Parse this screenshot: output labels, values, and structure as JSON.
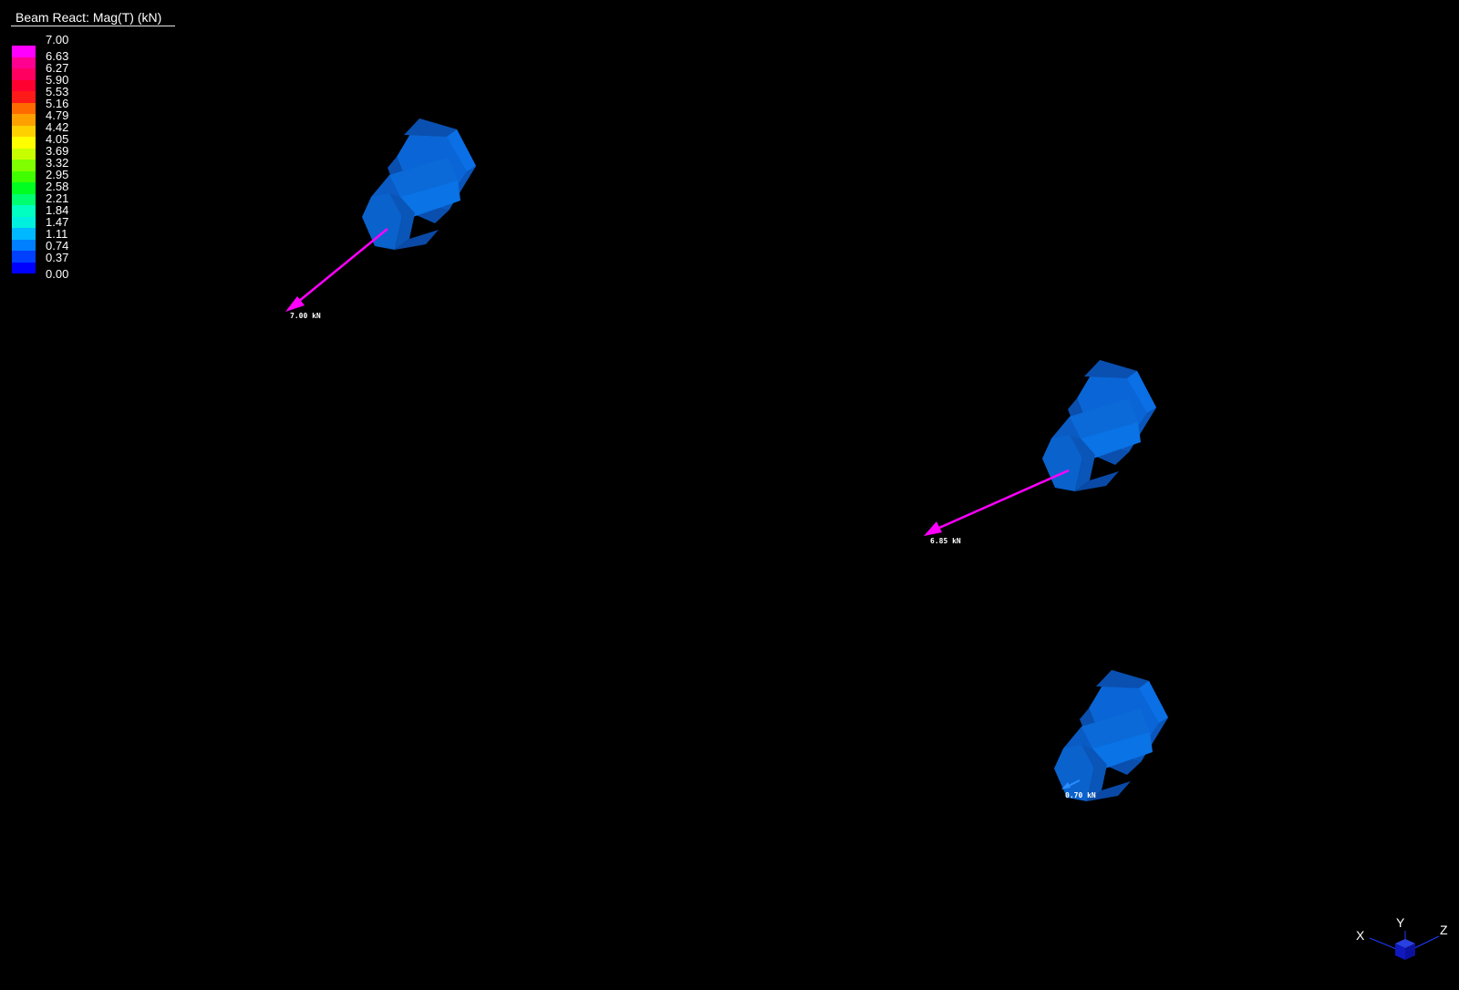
{
  "legend": {
    "title": "Beam React: Mag(T)  (kN)",
    "ticks": [
      "7.00",
      "6.63",
      "6.27",
      "5.90",
      "5.53",
      "5.16",
      "4.79",
      "4.42",
      "4.05",
      "3.69",
      "3.32",
      "2.95",
      "2.58",
      "2.21",
      "1.84",
      "1.47",
      "1.11",
      "0.74",
      "0.37",
      "0.00"
    ],
    "bands": [
      "#ff00ff",
      "#ff0090",
      "#ff0060",
      "#ff0030",
      "#ff1a1a",
      "#ff6a00",
      "#ffa000",
      "#ffd000",
      "#ffff00",
      "#c8ff00",
      "#80ff00",
      "#40ff00",
      "#00ff20",
      "#00ff70",
      "#00ffc0",
      "#00f0e0",
      "#00b8ff",
      "#0080ff",
      "#0040ff",
      "#0000ff"
    ]
  },
  "reactions": [
    {
      "label": "7.00 kN",
      "color": "#ff00ff"
    },
    {
      "label": "6.85 kN",
      "color": "#ff00ff"
    },
    {
      "label": "0.70 kN",
      "color": "#2a8cff"
    }
  ],
  "bolt_color": "#1060d0",
  "triad": {
    "x": "X",
    "y": "Y",
    "z": "Z",
    "color": "#1018c0"
  }
}
